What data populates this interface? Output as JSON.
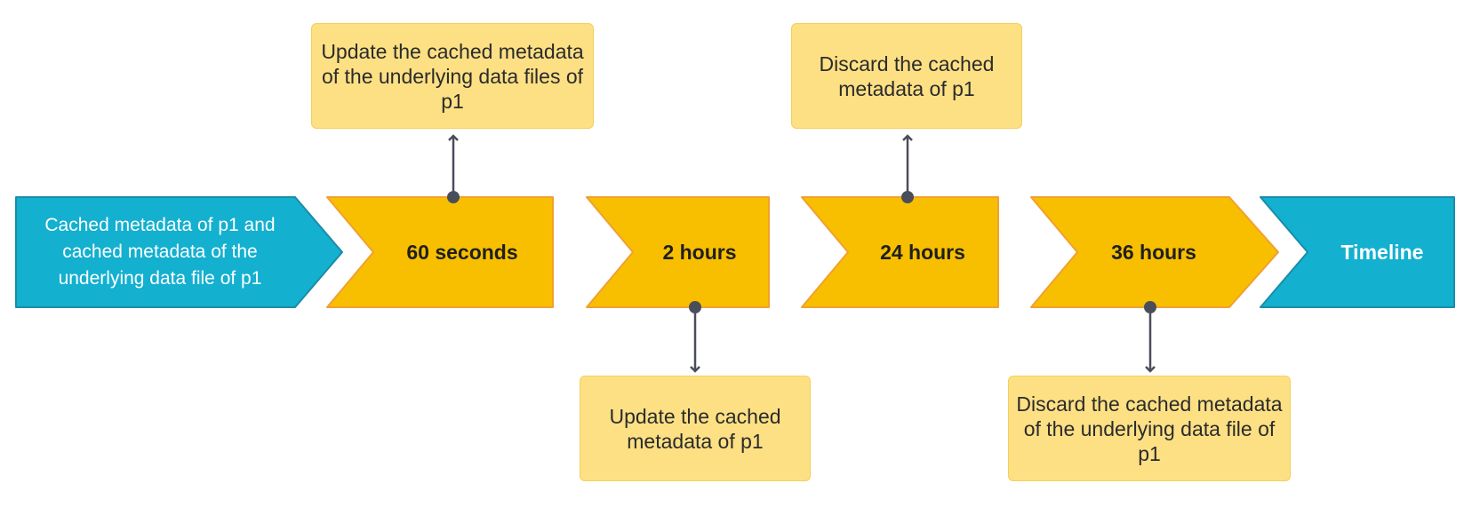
{
  "start": {
    "label": "Cached metadata of p1 and cached metadata of the underlying data file of p1",
    "color": "#13b0d0"
  },
  "end": {
    "label": "Timeline",
    "color": "#13b0d0"
  },
  "stage_color": "#f8bf00",
  "stages": [
    {
      "label": "60 seconds"
    },
    {
      "label": "2 hours"
    },
    {
      "label": "24 hours"
    },
    {
      "label": "36 hours"
    }
  ],
  "events": [
    {
      "stage": "60 seconds",
      "position": "above",
      "text": "Update the cached metadata of the underlying data files of p1"
    },
    {
      "stage": "2 hours",
      "position": "below",
      "text": "Update the cached metadata of p1"
    },
    {
      "stage": "24 hours",
      "position": "above",
      "text": "Discard the cached metadata of p1"
    },
    {
      "stage": "36 hours",
      "position": "below",
      "text": "Discard the cached metadata of the underlying data file of p1"
    }
  ]
}
